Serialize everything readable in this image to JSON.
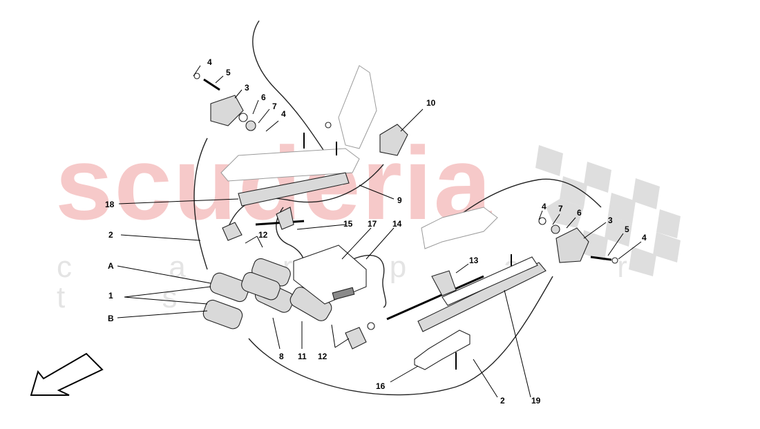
{
  "watermark": {
    "brand": "scuderia",
    "subtitle": "c a r p a r t s"
  },
  "callouts": {
    "c1": "1",
    "c2a": "2",
    "c2b": "2",
    "c3a": "3",
    "c3b": "3",
    "c4a": "4",
    "c4b": "4",
    "c4c": "4",
    "c4d": "4",
    "c5a": "5",
    "c5b": "5",
    "c6a": "6",
    "c6b": "6",
    "c7a": "7",
    "c7b": "7",
    "c8": "8",
    "c9": "9",
    "c10": "10",
    "c11": "11",
    "c12a": "12",
    "c12b": "12",
    "c13": "13",
    "c14": "14",
    "c15": "15",
    "c16": "16",
    "c17": "17",
    "c18": "18",
    "c19": "19",
    "cA": "A",
    "cB": "B"
  },
  "icons": {
    "direction_arrow": "arrow-down-left-icon",
    "checker_flag": "checkered-flag-icon"
  }
}
